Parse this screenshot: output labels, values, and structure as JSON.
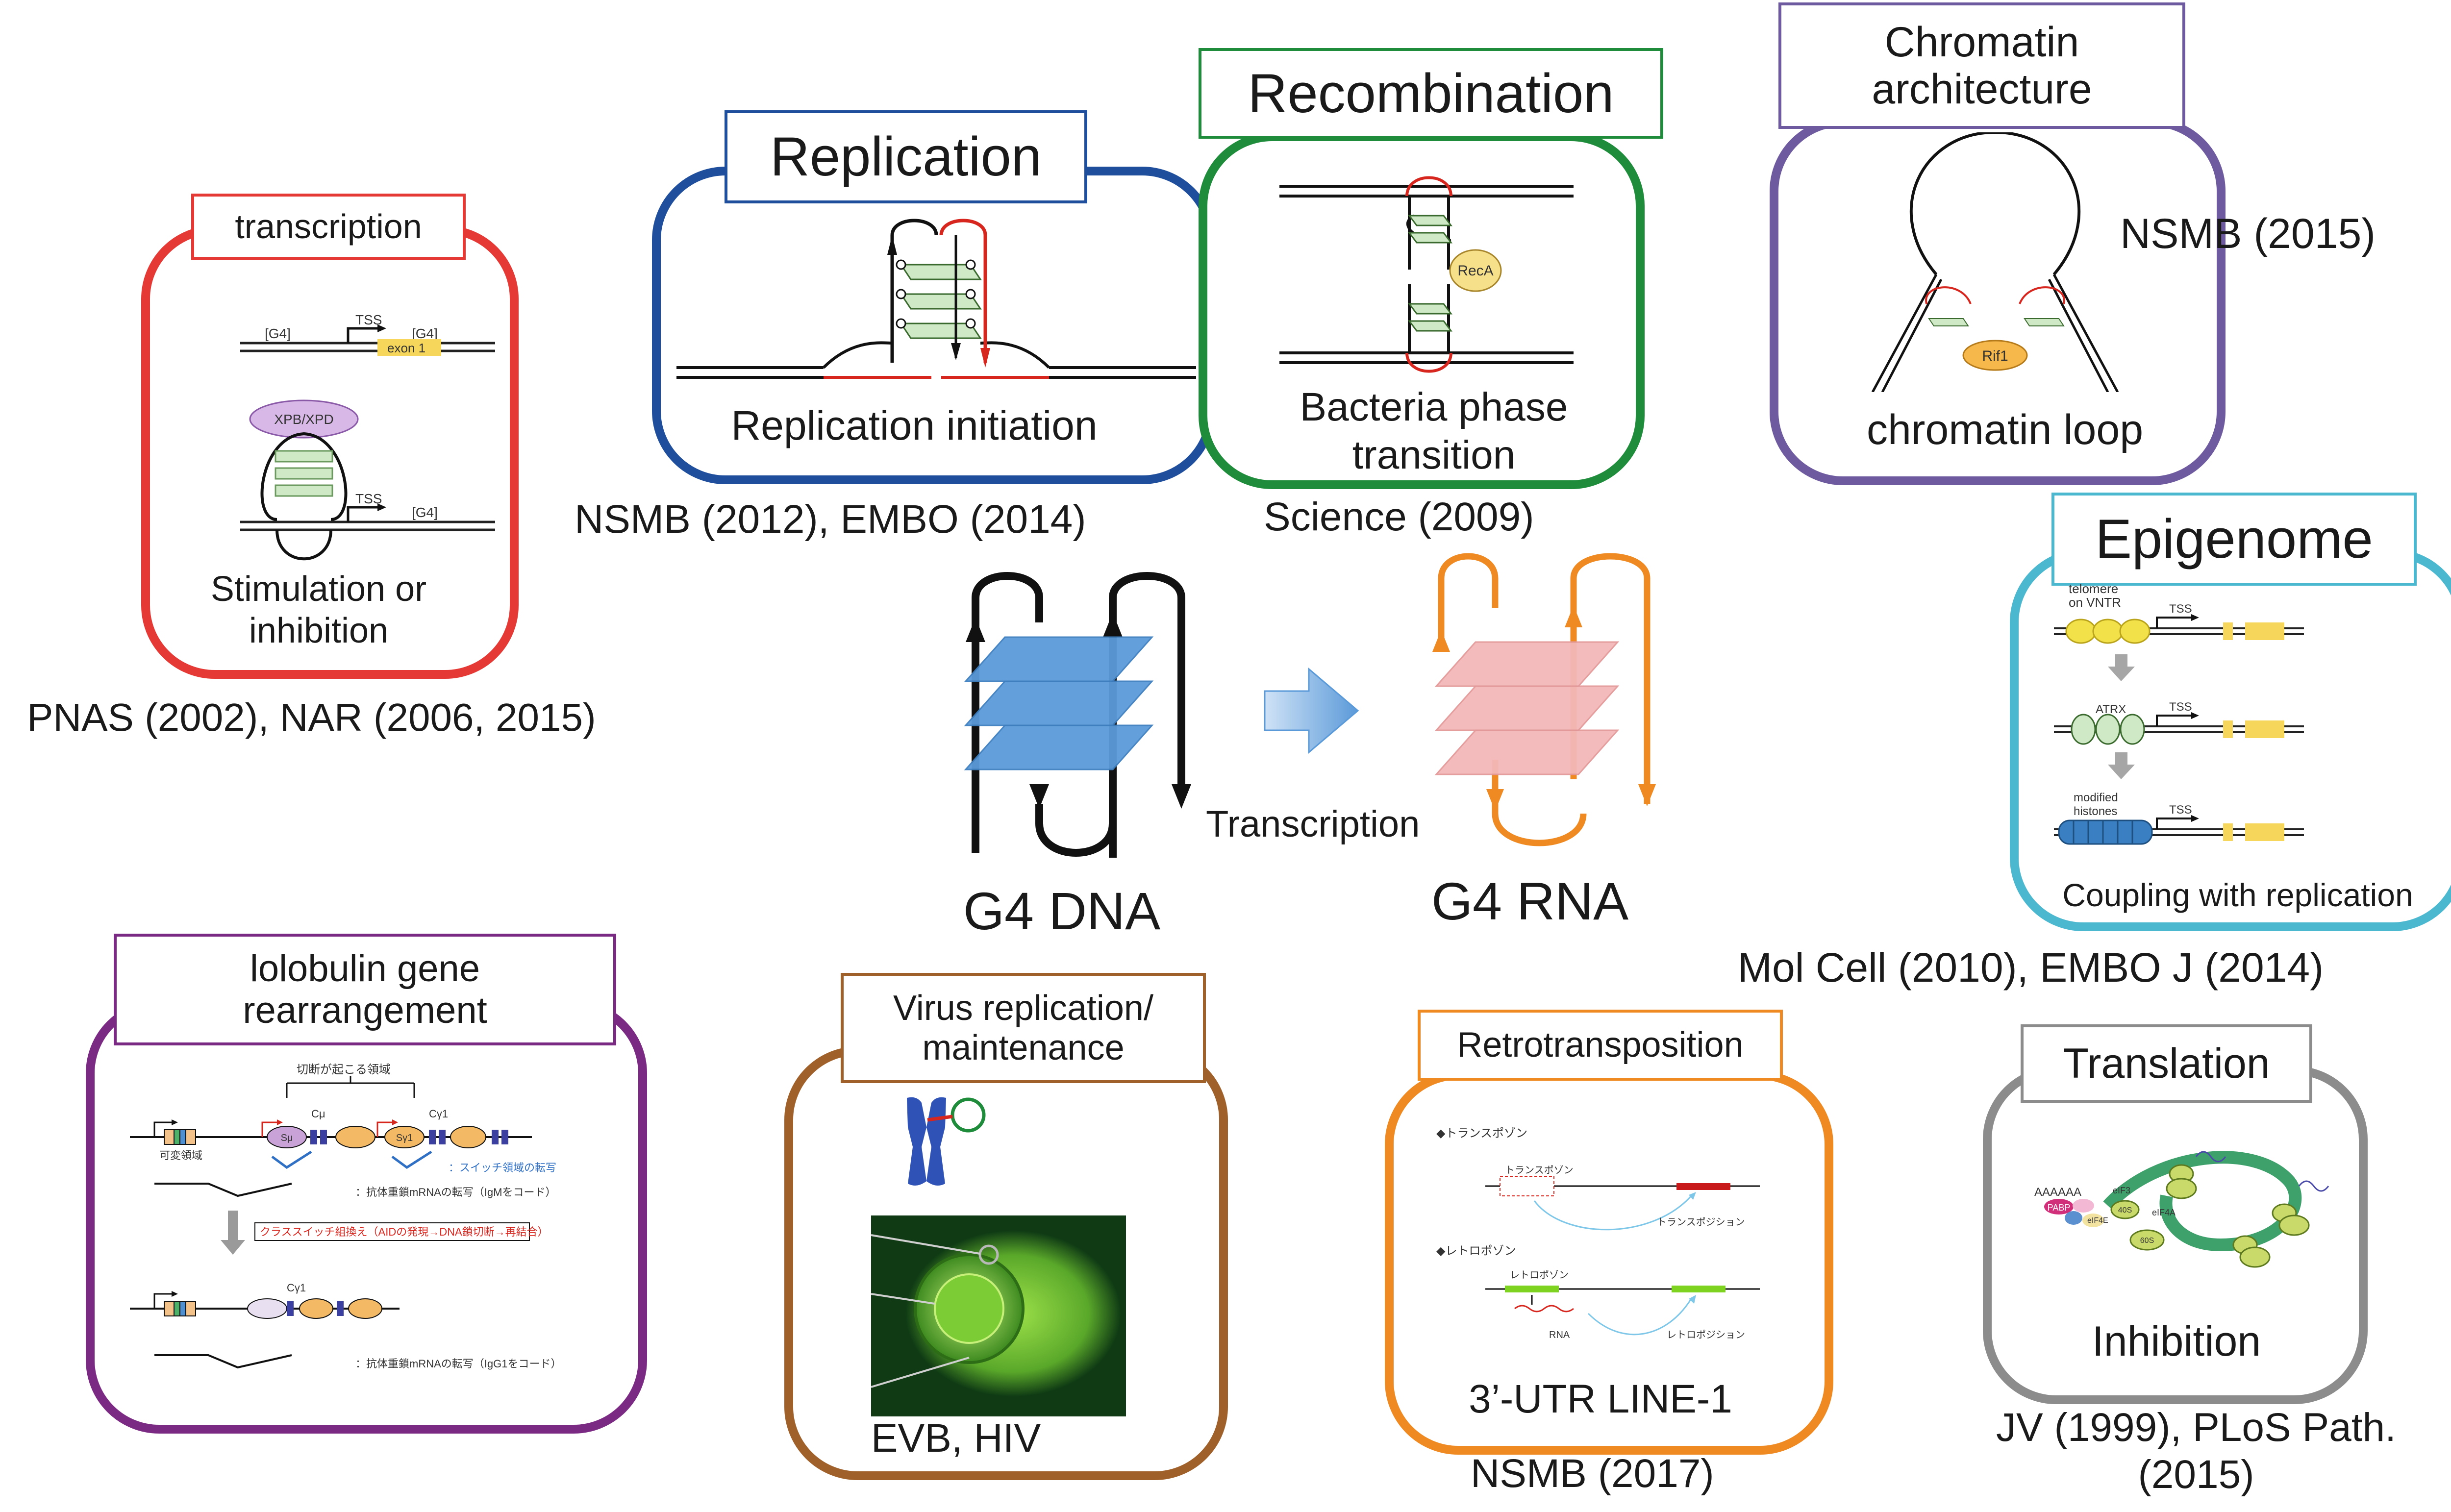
{
  "center": {
    "g4_dna_label": "G4 DNA",
    "g4_rna_label": "G4 RNA",
    "arrow_label": "Transcription"
  },
  "transcription": {
    "tag": "transcription",
    "caption": "Stimulation or inhibition",
    "reference": "PNAS (2002), NAR (2006, 2015)",
    "small": {
      "g4_left": "[G4]",
      "tss_1": "TSS",
      "g4_mid": "[G4]",
      "exon": "exon 1",
      "xpb": "XPB/XPD",
      "tss_2": "TSS",
      "g4_right": "[G4]"
    },
    "colors": {
      "border": "#e53935"
    }
  },
  "replication": {
    "tag": "Replication",
    "caption": "Replication initiation",
    "reference": "NSMB (2012), EMBO (2014)",
    "colors": {
      "border": "#1f4e9c"
    }
  },
  "recombination": {
    "tag": "Recombination",
    "caption": "Bacteria phase transition",
    "reference": "Science (2009)",
    "small": {
      "reca": "RecA"
    },
    "colors": {
      "border": "#1e8c3a"
    }
  },
  "chromatin": {
    "tag": "Chromatin architecture",
    "caption": "chromatin loop",
    "reference": "NSMB (2015)",
    "small": {
      "rif1": "Rif1"
    },
    "colors": {
      "border": "#6e5a9e"
    }
  },
  "epigenome": {
    "tag": "Epigenome",
    "caption": "Coupling with replication",
    "reference": "Mol Cell (2010), EMBO J (2014)",
    "small": {
      "telomere": "telomere on VNTR",
      "tss_1": "TSS",
      "atrx": "ATRX",
      "tss_2": "TSS",
      "modified": "modified histones",
      "tss_3": "TSS"
    },
    "colors": {
      "border": "#4bb8d0"
    }
  },
  "immunoglobulin": {
    "tag": "lolobulin gene rearrangement",
    "small": {
      "cut_region": "切断が起こる領域",
      "variable": "可変領域",
      "c_mu": "Cμ",
      "s_mu": "Sμ",
      "c_gamma": "Cγ1",
      "s_gamma": "Sγ1",
      "switch": "：スイッチ領域の転写",
      "igm": "：抗体重鎖mRNAの転写（IgMをコード）",
      "class_switch": "クラススイッチ組換え（AIDの発現→DNA鎖切断→再結合）",
      "c_gamma_2": "Cγ1",
      "igg1": "：抗体重鎖mRNAの転写（IgG1をコード）"
    },
    "colors": {
      "border": "#7b2a83"
    }
  },
  "virus": {
    "tag": "Virus replication/ maintenance",
    "caption": "EVB, HIV",
    "colors": {
      "border": "#a0602a"
    }
  },
  "retrotransposition": {
    "tag": "Retrotransposition",
    "caption": "3’-UTR LINE-1",
    "reference": "NSMB (2017)",
    "small": {
      "transposon_head": "◆トランスポゾン",
      "transposon_box": "トランスポゾン",
      "transposition": "トランスポジション",
      "retroposon_head": "◆レトロポゾン",
      "retroposon_box": "レトロポゾン",
      "rna": "RNA",
      "retroposition": "レトロポジション"
    },
    "colors": {
      "border": "#ef8a22"
    }
  },
  "translation": {
    "tag": "Translation",
    "caption": "Inhibition",
    "reference": "JV (1999), PLoS Path. (2015)",
    "small": {
      "aaaaaa": "AAAAAA",
      "pabp": "PABP",
      "eif3": "eIF3",
      "s40": "40S",
      "eif4a": "eIF4A",
      "eif4e": "eIF4E",
      "s60": "60S"
    },
    "colors": {
      "border": "#8c8c8c"
    }
  }
}
